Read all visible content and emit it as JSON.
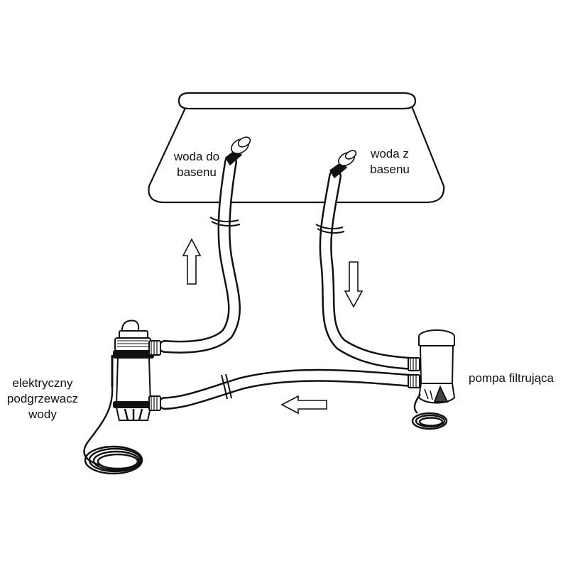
{
  "labels": {
    "pool_inlet": [
      "woda do",
      "basenu"
    ],
    "pool_outlet": [
      "woda z",
      "basenu"
    ],
    "heater": [
      "elektryczny",
      "podgrzewacz",
      "wody"
    ],
    "pump": [
      "pompa filtrująca"
    ]
  },
  "colors": {
    "line": "#111111",
    "fill": "#ffffff",
    "shade": "#444444"
  }
}
